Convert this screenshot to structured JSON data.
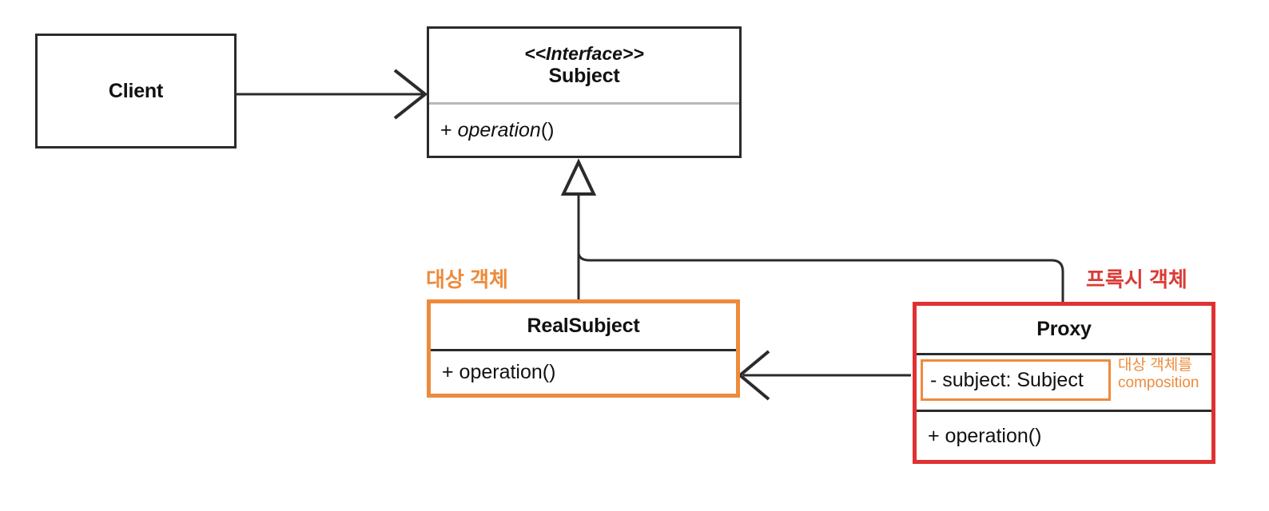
{
  "diagram": {
    "kind": "uml-class-diagram",
    "pattern": "Proxy",
    "background": "#ffffff",
    "colors": {
      "stroke_default": "#2b2b2b",
      "divider_light": "#b8b8b8",
      "target_accent": "#ED8B3C",
      "proxy_accent": "#E03131",
      "proxy_label_text": "#DA3B36"
    }
  },
  "classes": {
    "client": {
      "name": "Client"
    },
    "subject": {
      "stereotype": "<<Interface>>",
      "name": "Subject",
      "operations": [
        {
          "visibility": "+",
          "name": "operation",
          "parens": "()"
        }
      ]
    },
    "real_subject": {
      "name": "RealSubject",
      "operations": [
        {
          "text": "+ operation()"
        }
      ]
    },
    "proxy": {
      "name": "Proxy",
      "attributes": [
        {
          "text": "- subject: Subject"
        }
      ],
      "operations": [
        {
          "text": "+ operation()"
        }
      ]
    }
  },
  "annotations": {
    "real_subject_label": "대상 객체",
    "proxy_label": "프록시 객체",
    "composition_note_line1": "대상 객체를",
    "composition_note_line2": "composition"
  },
  "relationships": [
    {
      "id": "client-to-subject",
      "type": "association",
      "from": "Client",
      "to": "Subject",
      "arrowhead": "open"
    },
    {
      "id": "realsubject-implements-subject",
      "type": "realization-generalization",
      "from": "RealSubject",
      "to": "Subject",
      "arrowhead": "hollow-triangle"
    },
    {
      "id": "proxy-implements-subject",
      "type": "realization-generalization",
      "from": "Proxy",
      "to": "Subject",
      "arrowhead": "hollow-triangle-shared"
    },
    {
      "id": "proxy-to-realsubject",
      "type": "association",
      "from": "Proxy",
      "to": "RealSubject",
      "arrowhead": "open"
    }
  ]
}
